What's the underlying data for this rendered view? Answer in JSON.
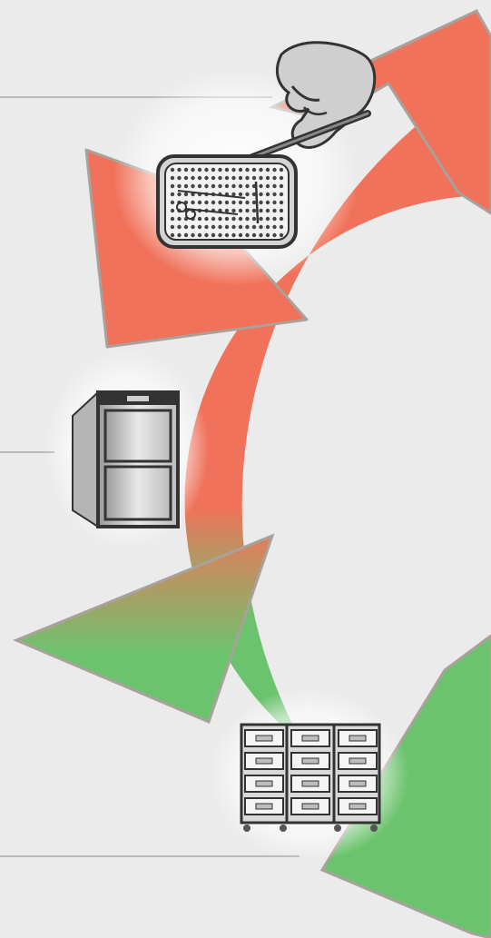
{
  "diagram": {
    "type": "circular-process-cycle",
    "colors": {
      "background": "#ebebeb",
      "divider": "#8a8a8a",
      "upper_arrow": "#f0725a",
      "lower_arrow": "#6cc36e",
      "arrow_edge": "#a9a19b",
      "icon_dark": "#333333",
      "icon_panel": "#d4d4d4"
    },
    "stages": [
      {
        "icon": "hand-scalpel-icon",
        "arrow_color": "upper_arrow"
      },
      {
        "icon": "instrument-tray-icon",
        "arrow_color": "upper_arrow"
      },
      {
        "icon": "washer-disinfector-icon",
        "arrow_color": "upper_arrow"
      },
      {
        "icon": "storage-rack-icon",
        "arrow_color": "lower_arrow"
      }
    ]
  }
}
